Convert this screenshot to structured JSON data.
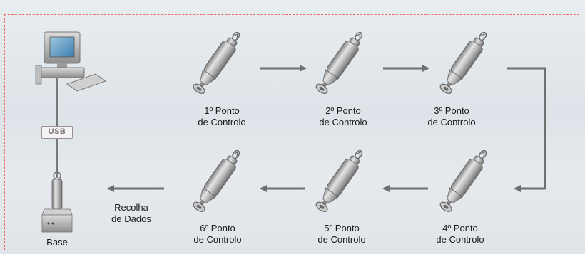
{
  "labels": {
    "cp1_line1": "1º Ponto",
    "cp1_line2": "de Controlo",
    "cp2_line1": "2º Ponto",
    "cp2_line2": "de Controlo",
    "cp3_line1": "3º Ponto",
    "cp3_line2": "de Controlo",
    "cp4_line1": "4º Ponto",
    "cp4_line2": "de Controlo",
    "cp5_line1": "5º Ponto",
    "cp5_line2": "de Controlo",
    "cp6_line1": "6º Ponto",
    "cp6_line2": "de Controlo",
    "collect_line1": "Recolha",
    "collect_line2": "de Dados",
    "base": "Base",
    "usb": "USB"
  },
  "icons": {
    "computer": "computer-icon",
    "baton": "control-point-baton-icon",
    "base": "base-station-icon"
  },
  "colors": {
    "frame": "#e96a5a",
    "arrow": "#6f6f6f",
    "device": "#b8b8b8"
  }
}
